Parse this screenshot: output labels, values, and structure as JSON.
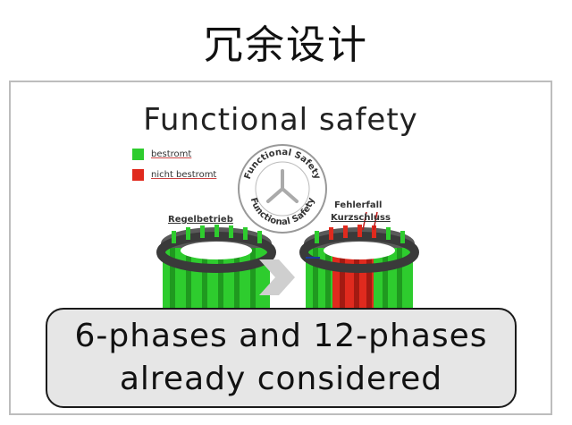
{
  "page_title": "冗余设计",
  "slide": {
    "heading": "Functional safety",
    "legend": [
      {
        "label": "bestromt",
        "color": "#2ecc2e"
      },
      {
        "label": "nicht bestromt",
        "color": "#e02a1e"
      }
    ],
    "seal": {
      "top_text": "Functional Safety",
      "bottom_text": "Functional Safety"
    },
    "left_label": "Regelbetrieb",
    "right_label_line1": "Fehlerfall",
    "right_label_line2": "Kurzschluss",
    "colors": {
      "energized": "#2ecc2e",
      "not_energized": "#e02a1e",
      "ring": "#4a4a4a",
      "arrow": "#cfcfcf"
    }
  },
  "callout": {
    "line1": "6-phases and 12-phases",
    "line2": "already considered"
  }
}
